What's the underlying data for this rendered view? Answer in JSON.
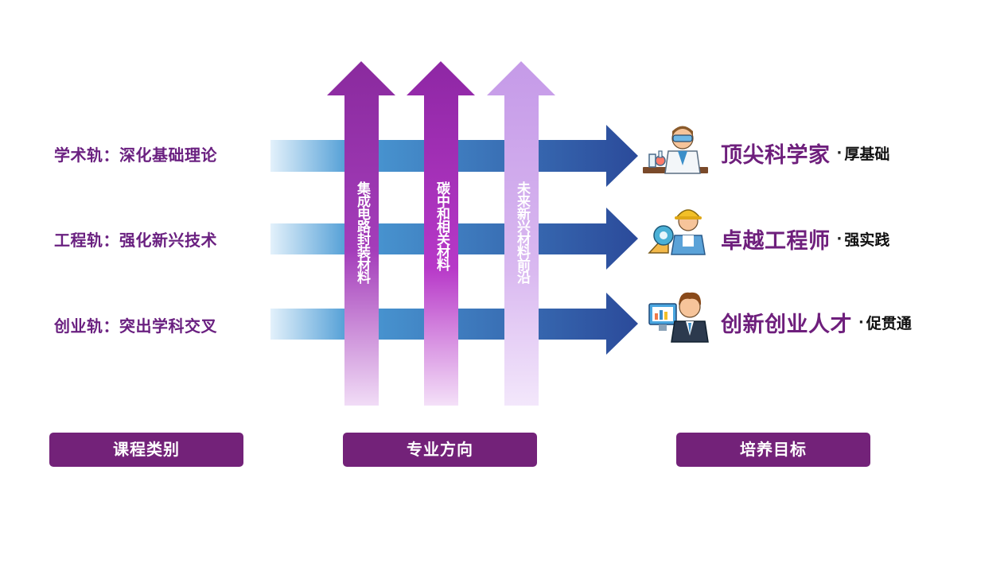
{
  "tracks": [
    {
      "label": "学术轨：深化基础理论"
    },
    {
      "label": "工程轨：强化新兴技术"
    },
    {
      "label": "创业轨：突出学科交叉"
    }
  ],
  "directions": [
    {
      "label": "集成电路封装材料",
      "color": "#8e2a9e"
    },
    {
      "label": "碳中和相关材料",
      "color": "#9b2bb0"
    },
    {
      "label": "未来新兴材料前沿",
      "color": "#cfa6ee"
    }
  ],
  "goals": [
    {
      "title": "顶尖科学家",
      "dot": "·",
      "sub": "厚基础",
      "icon": "scientist-icon"
    },
    {
      "title": "卓越工程师",
      "dot": "·",
      "sub": "强实践",
      "icon": "engineer-icon"
    },
    {
      "title": "创新创业人才",
      "dot": "·",
      "sub": "促贯通",
      "icon": "entrepreneur-icon"
    }
  ],
  "footer": {
    "course_types": "课程类别",
    "majors": "专业方向",
    "goals": "培养目标"
  },
  "colors": {
    "purple_dark": "#732279",
    "arrow_blue_start": "#d6ecf9",
    "arrow_blue_end": "#2b4a9a"
  }
}
